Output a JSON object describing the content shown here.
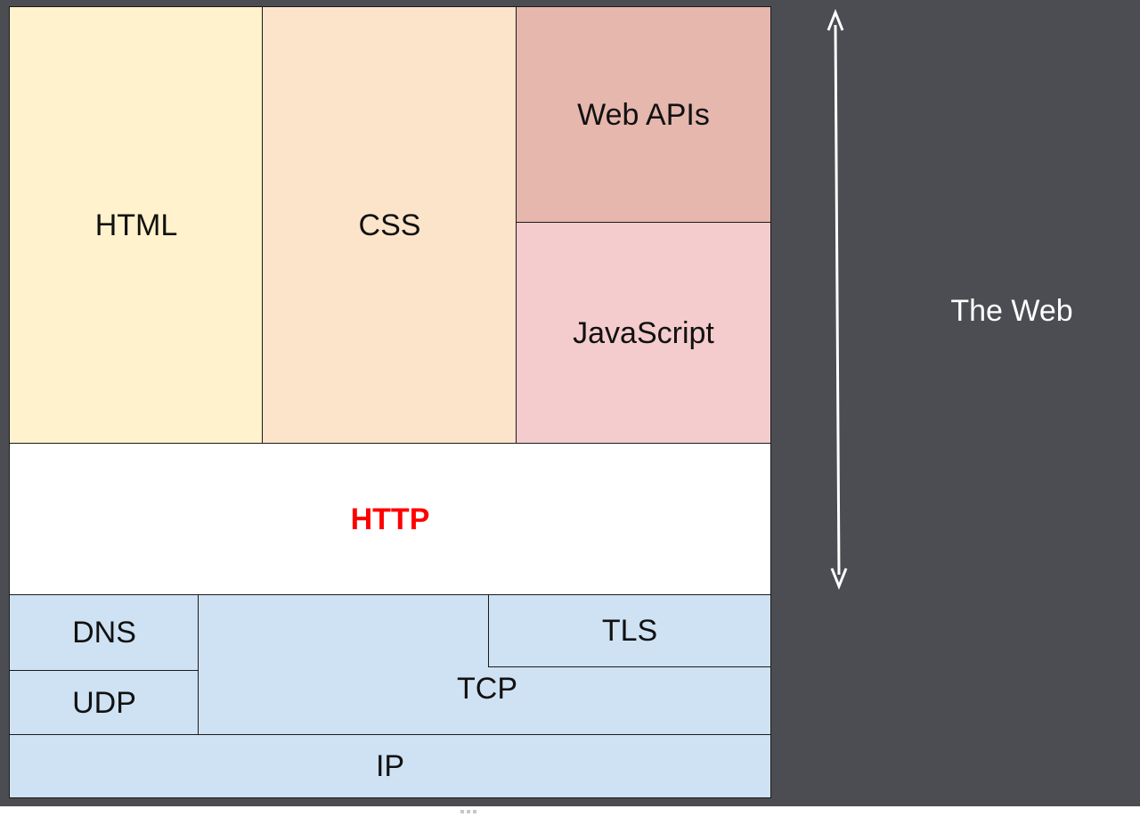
{
  "diagram": {
    "layers": {
      "html": "HTML",
      "css": "CSS",
      "web_apis": "Web APIs",
      "javascript": "JavaScript",
      "http": "HTTP",
      "dns": "DNS",
      "udp": "UDP",
      "tcp": "TCP",
      "tls": "TLS",
      "ip": "IP"
    },
    "side_label": "The Web",
    "colors": {
      "background": "#4c4d53",
      "html_fill": "#fff2cc",
      "css_fill": "#fce4cb",
      "web_apis_fill": "#e6b7ad",
      "javascript_fill": "#f4cccd",
      "http_fill": "#ffffff",
      "http_text": "#ff0000",
      "network_fill": "#cfe2f3",
      "arrow": "#ffffff"
    },
    "arrow_icon": "double-headed-vertical-arrow-icon"
  }
}
